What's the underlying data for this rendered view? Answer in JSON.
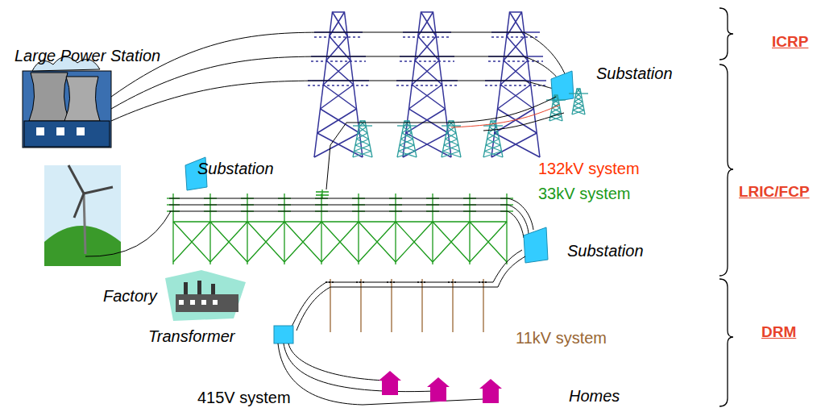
{
  "diagram": {
    "labels": [
      "Large Power Station",
      "ICRP",
      "Substation",
      "Substation",
      "132kV system",
      "33kV system",
      "LRIC/FCP",
      "Substation",
      "Factory",
      "11kV system",
      "Transformer",
      "DRM",
      "415V system",
      "Homes"
    ]
  }
}
